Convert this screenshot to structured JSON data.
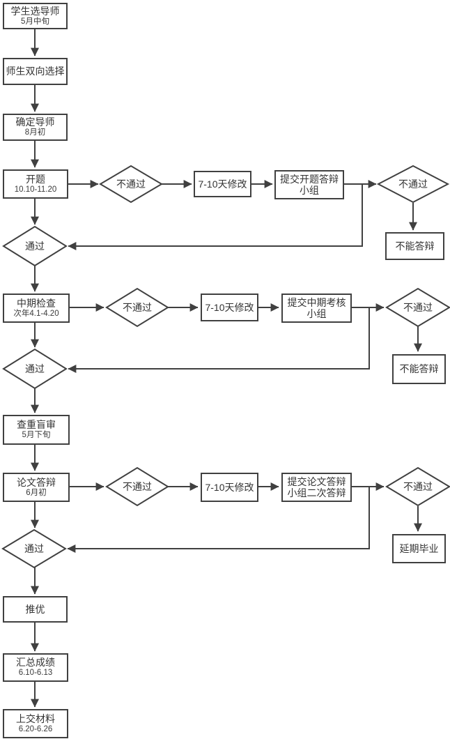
{
  "colors": {
    "line": "#404040",
    "shape_border": "#404040",
    "shape_fill": "#ffffff",
    "text": "#333333",
    "background": "#ffffff"
  },
  "flowchart": {
    "main_sequence": [
      {
        "id": "select-advisor",
        "shape": "rect",
        "label": "学生选导师",
        "sublabel": "5月中旬"
      },
      {
        "id": "mutual-selection",
        "shape": "rect",
        "label": "师生双向选择"
      },
      {
        "id": "confirm-advisor",
        "shape": "rect",
        "label": "确定导师",
        "sublabel": "8月初"
      },
      {
        "id": "proposal",
        "shape": "rect",
        "label": "开题",
        "sublabel": "10.10-11.20"
      },
      {
        "id": "proposal-pass",
        "shape": "diamond",
        "label": "通过"
      },
      {
        "id": "midterm-check",
        "shape": "rect",
        "label": "中期检查",
        "sublabel": "次年4.1-4.20"
      },
      {
        "id": "midterm-pass",
        "shape": "diamond",
        "label": "通过"
      },
      {
        "id": "plagiarism-blind-review",
        "shape": "rect",
        "label": "查重盲审",
        "sublabel": "5月下旬"
      },
      {
        "id": "thesis-defense",
        "shape": "rect",
        "label": "论文答辩",
        "sublabel": "6月初"
      },
      {
        "id": "defense-pass",
        "shape": "diamond",
        "label": "通过"
      },
      {
        "id": "recommend-excellence",
        "shape": "rect",
        "label": "推优"
      },
      {
        "id": "summarize-grades",
        "shape": "rect",
        "label": "汇总成绩",
        "sublabel": "6.10-6.13"
      },
      {
        "id": "submit-materials",
        "shape": "rect",
        "label": "上交材料",
        "sublabel": "6.20-6.26"
      }
    ],
    "proposal_branch": {
      "fail_check": "不通过",
      "revise": "7-10天修改",
      "submit_line1": "提交开题答辩",
      "submit_line2": "小组",
      "fail_final": "不通过",
      "outcome": "不能答辩"
    },
    "midterm_branch": {
      "fail_check": "不通过",
      "revise": "7-10天修改",
      "submit_line1": "提交中期考核",
      "submit_line2": "小组",
      "fail_final": "不通过",
      "outcome": "不能答辩"
    },
    "defense_branch": {
      "fail_check": "不通过",
      "revise": "7-10天修改",
      "submit_line1": "提交论文答辩",
      "submit_line2": "小组二次答辩",
      "fail_final": "不通过",
      "outcome": "延期毕业"
    }
  }
}
